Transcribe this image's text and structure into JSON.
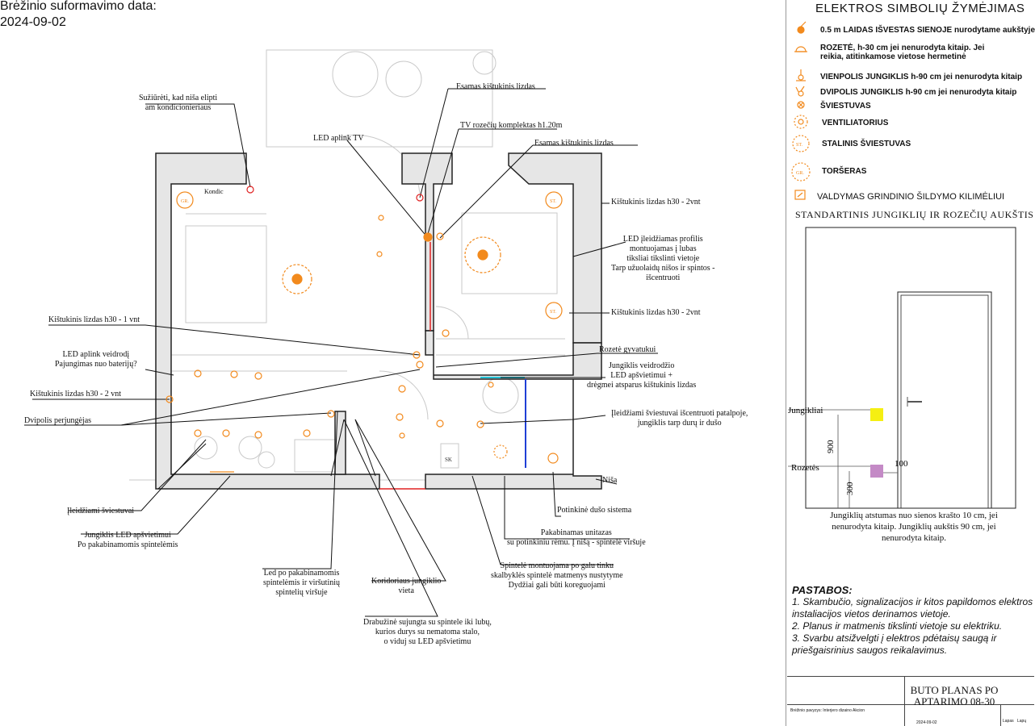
{
  "header": {
    "line1": "Brėžinio suformavimo data:",
    "line2": "2024-09-02"
  },
  "plan_callouts": {
    "niche": [
      "Sužiūrėti, kad niša elipti",
      "am kondicionieriaus"
    ],
    "existing_outlet": "Esamas kištukinis lizdas",
    "tv_set": "TV rozečių komplektas h1.20m",
    "led_tv": "LED aplink TV",
    "existing_outlet2": "Esamas kištukinis lizdas",
    "kondic": "Kondic",
    "socket_r1": "Kištukinis lizdas h30 - 2vnt",
    "led_profile": [
      "LED įleidžiamas profilis",
      "montuojamas į lubas",
      "tiksliai tikslinti vietoje",
      "Tarp užuolaidų nišos ir spintos -",
      "išcentruoti"
    ],
    "socket_r2": "Kištukinis lizdas h30 - 2vnt",
    "socket_l1": "Kištukinis lizdas h30 - 1 vnt",
    "led_mirror": [
      "LED aplink veidrodį",
      "Pajungimas nuo baterijų?"
    ],
    "socket_l2": "Kištukinis lizdas h30 - 2 vnt",
    "double_switch": "Dvipolis perjungėjas",
    "rozete_hood": "Rozetė gyvatukui",
    "switch_mirror": [
      "Jungiklis veidrodžio",
      "LED apšvietimui +",
      "drėgmei atsparus kištukinis lizdas"
    ],
    "recessed_right": [
      "Įleidžiami šviestuvai išcentruoti patalpoje,",
      "jungiklis tarp durų ir dušo"
    ],
    "nisa": "Niša",
    "recessed_left": "Įleidžiami šviestuvai",
    "shower": "Potinkinė dušo sistema",
    "switch_led_cabinet": [
      "Jungiklis LED apšvietimui",
      "Po pakabinamomis spintelėmis"
    ],
    "hanging_cabinet": [
      "Pakabinamas unitazas",
      "su potinkiniu rėmu. Į nišą - spintelė viršuje"
    ],
    "closet_mount": [
      "Spintelė montuojama po galu tinku",
      "skalbyklės spintelė matmenys nustytyme",
      "Dydžiai gali būti koreguojami"
    ],
    "led_cabinets": [
      "Led po pakabinamomis",
      "spintelėmis ir viršutinių",
      "spintelių viršuje"
    ],
    "corridor_switch": [
      "Koridoriaus jungiklio",
      "vieta"
    ],
    "wardrobe": [
      "Drabužinė sujungta su spintele iki lubų,",
      "kurios durys su nematoma stalo,",
      "o viduj su LED apšvietimu"
    ]
  },
  "plan_labels": {
    "gr": "GR.",
    "st": "ST.",
    "sk": "SK"
  },
  "legend": {
    "title": "ELEKTROS SIMBOLIŲ ŽYMĖJIMAS",
    "items": [
      {
        "icon": "cable-point-icon",
        "text": "0.5 m LAIDAS IŠVESTAS SIENOJE nurodytame aukštyje"
      },
      {
        "icon": "socket-icon",
        "text": "ROZETĖ, h-30 cm jei nenurodyta kitaip. Jei reikia, atitinkamose vietose hermetinė"
      },
      {
        "icon": "single-switch-icon",
        "text": "VIENPOLIS JUNGIKLIS  h-90 cm jei nenurodyta kitaip"
      },
      {
        "icon": "double-switch-icon",
        "text": "DVIPOLIS JUNGIKLIS  h-90 cm jei nenurodyta kitaip"
      },
      {
        "icon": "light-icon",
        "text": "ŠVIESTUVAS"
      },
      {
        "icon": "fan-icon",
        "text": "VENTILIATORIUS"
      },
      {
        "icon": "table-lamp-icon",
        "text": "STALINIS ŠVIESTUVAS"
      },
      {
        "icon": "floor-lamp-icon",
        "text": "TORŠERAS"
      },
      {
        "icon": "floor-heating-icon",
        "text": "VALDYMAS GRINDINIO ŠILDYMO KILIMĖLIUI"
      }
    ],
    "lamp_labels": {
      "table": "ST.",
      "floor": "GR."
    }
  },
  "standard": {
    "title": "STANDARTINIS JUNGIKLIŲ IR ROZEČIŲ AUKŠTIS",
    "switch_label": "Jungikliai",
    "socket_label": "Rozetės",
    "dim_900": "900",
    "dim_300": "300",
    "dim_100": "100",
    "note": [
      "Jungiklių atstumas nuo sienos krašto 10 cm, jei",
      "nenurodyta kitaip. Jungiklių aukštis 90 cm, jei",
      "nenurodyta kitaip."
    ]
  },
  "notes": {
    "title": "PASTABOS:",
    "items": [
      "1. Skambučio, signalizacijos ir kitos papildomos elektros instaliacijos vietos derinamos vietoje.",
      "2. Planus ir matmenis tikslinti vietoje su elektriku.",
      "3. Svarbu atsižvelgti į elektros pdėtaisų saugą ir priešgaisrinius saugos reikalavimus."
    ]
  },
  "title_block": {
    "title_line1": "BUTO PLANAS PO",
    "title_line2": "APTARIMO 08-30",
    "small_left": "Brėžinio pavyzys: Interjero dizaino Akcion",
    "small_mid": "2024-09-02",
    "small_right1": "Lapas",
    "small_right2": "Lapų"
  },
  "colors": {
    "accent": "#f28a1d",
    "wall_fill": "#e6e6e6",
    "red_line": "#e02020",
    "blue_line": "#1f3fd6",
    "switch_yellow": "#f5ef12",
    "socket_purple": "#c48ac6"
  }
}
